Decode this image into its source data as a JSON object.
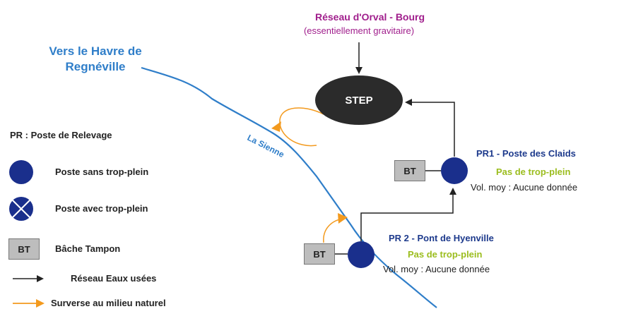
{
  "source": {
    "title": "Réseau d'Orval - Bourg",
    "subtitle": "(essentiellement gravitaire)"
  },
  "destination": "Vers le Havre de Regnéville",
  "river_label": "La Sienne",
  "step_label": "STEP",
  "pr1": {
    "title": "PR1 - Poste des Claids",
    "status": "Pas de trop-plein",
    "volume": "Vol. moy : Aucune donnée"
  },
  "pr2": {
    "title": "PR 2 - Pont de Hyenville",
    "status": "Pas de trop-plein",
    "volume": "Vol. moy : Aucune donnée"
  },
  "bt_label": "BT",
  "legend": {
    "title": "PR : Poste de Relevage",
    "items": [
      {
        "icon": "filled-circle-icon",
        "label": "Poste sans trop-plein"
      },
      {
        "icon": "crossed-circle-icon",
        "label": "Poste avec trop-plein"
      },
      {
        "icon": "bt-box-icon",
        "label": "Bâche Tampon"
      },
      {
        "icon": "black-arrow-icon",
        "label": "Réseau Eaux usées"
      },
      {
        "icon": "orange-arrow-icon",
        "label": "Surverse au milieu naturel"
      }
    ]
  },
  "colors": {
    "navy": "#1a2f8c",
    "river": "#2f7ec9",
    "purple": "#a01e8c",
    "green": "#9bbd1e",
    "orange": "#f39a1e"
  }
}
